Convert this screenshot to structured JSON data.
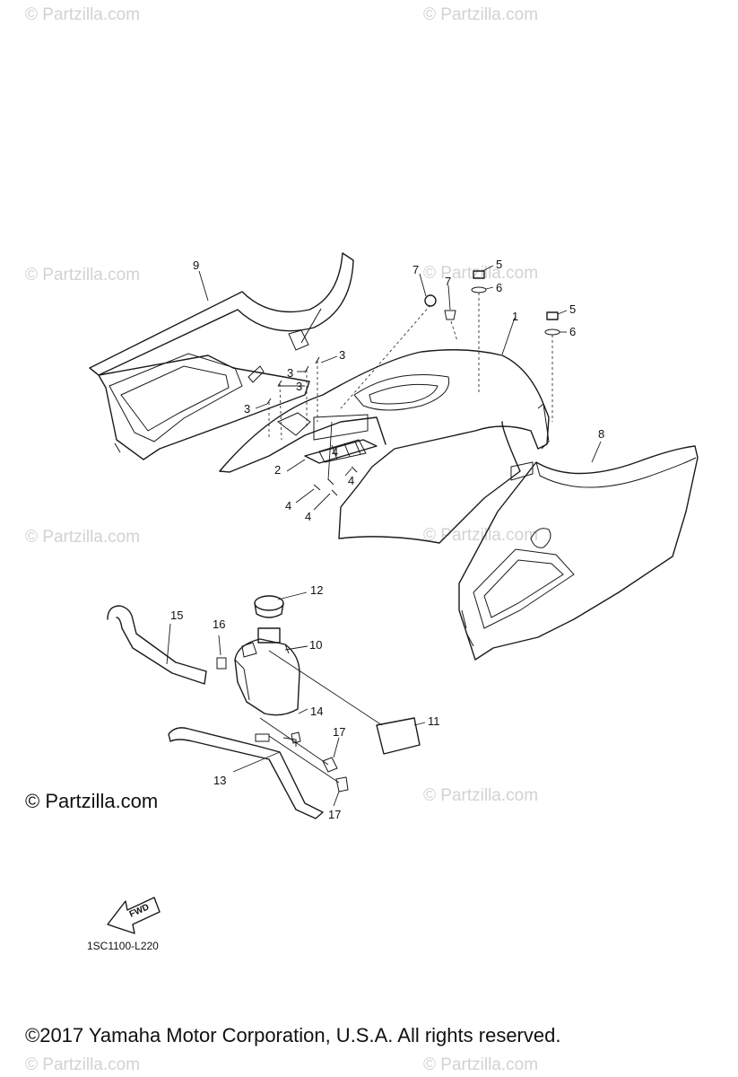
{
  "watermarks": [
    "© Partzilla.com",
    "© Partzilla.com",
    "© Partzilla.com",
    "© Partzilla.com",
    "© Partzilla.com",
    "© Partzilla.com",
    "© Partzilla.com",
    "© Partzilla.com",
    "© Partzilla.com"
  ],
  "watermark_primary": "© Partzilla.com",
  "callouts": {
    "c1": "1",
    "c2": "2",
    "c3a": "3",
    "c3b": "3",
    "c3c": "3",
    "c3d": "3",
    "c4a": "4",
    "c4b": "4",
    "c4c": "4",
    "c4d": "4",
    "c5a": "5",
    "c5b": "5",
    "c6a": "6",
    "c6b": "6",
    "c7a": "7",
    "c7b": "7",
    "c8": "8",
    "c9": "9",
    "c10": "10",
    "c11": "11",
    "c12": "12",
    "c13": "13",
    "c14": "14",
    "c15": "15",
    "c16": "16",
    "c17a": "17",
    "c17b": "17"
  },
  "fwd_label": "FWD",
  "diagram_code": "1SC1100-L220",
  "copyright": "©2017  Yamaha Motor Corporation, U.S.A. All rights reserved."
}
